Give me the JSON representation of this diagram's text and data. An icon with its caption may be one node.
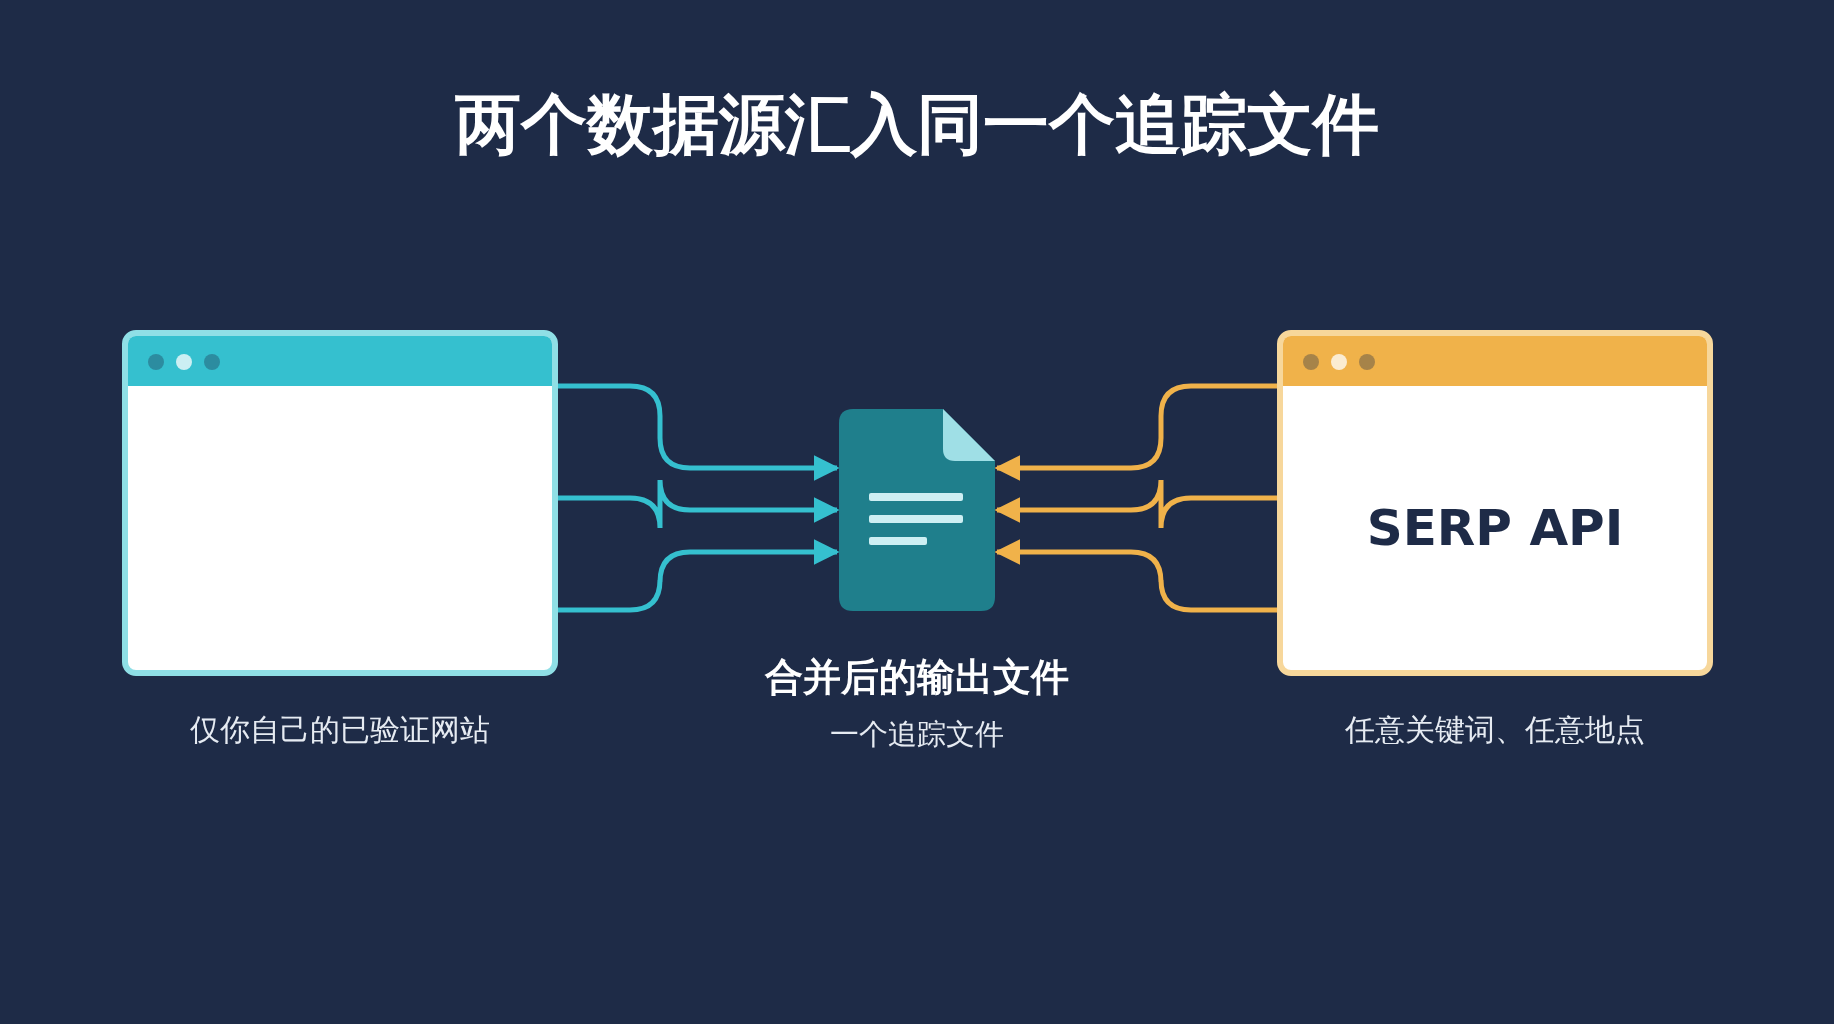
{
  "diagram": {
    "title": "两个数据源汇入同一个追踪文件",
    "nodes": [
      {
        "text": [],
        "shape": "box",
        "beside": [
          "仅你自己的已验证网站"
        ]
      },
      {
        "text": [],
        "shape": "file",
        "beside": [
          "合并后的输出文件",
          "一个追踪文件"
        ]
      },
      {
        "text": [
          "SERP API"
        ],
        "beside": [
          "任意关键词、任意地点"
        ]
      }
    ],
    "edges": [
      {
        "from": 0,
        "to": 1,
        "arrow": "to",
        "color": "#35c0cf"
      },
      {
        "from": 0,
        "to": 1,
        "arrow": "to",
        "color": "#35c0cf"
      },
      {
        "from": 0,
        "to": 1,
        "arrow": "to",
        "color": "#35c0cf"
      },
      {
        "from": 2,
        "to": 1,
        "arrow": "to",
        "color": "#f0b24a"
      },
      {
        "from": 2,
        "to": 1,
        "arrow": "to",
        "color": "#f0b24a"
      },
      {
        "from": 2,
        "to": 1,
        "arrow": "to",
        "color": "#f0b24a"
      }
    ]
  }
}
